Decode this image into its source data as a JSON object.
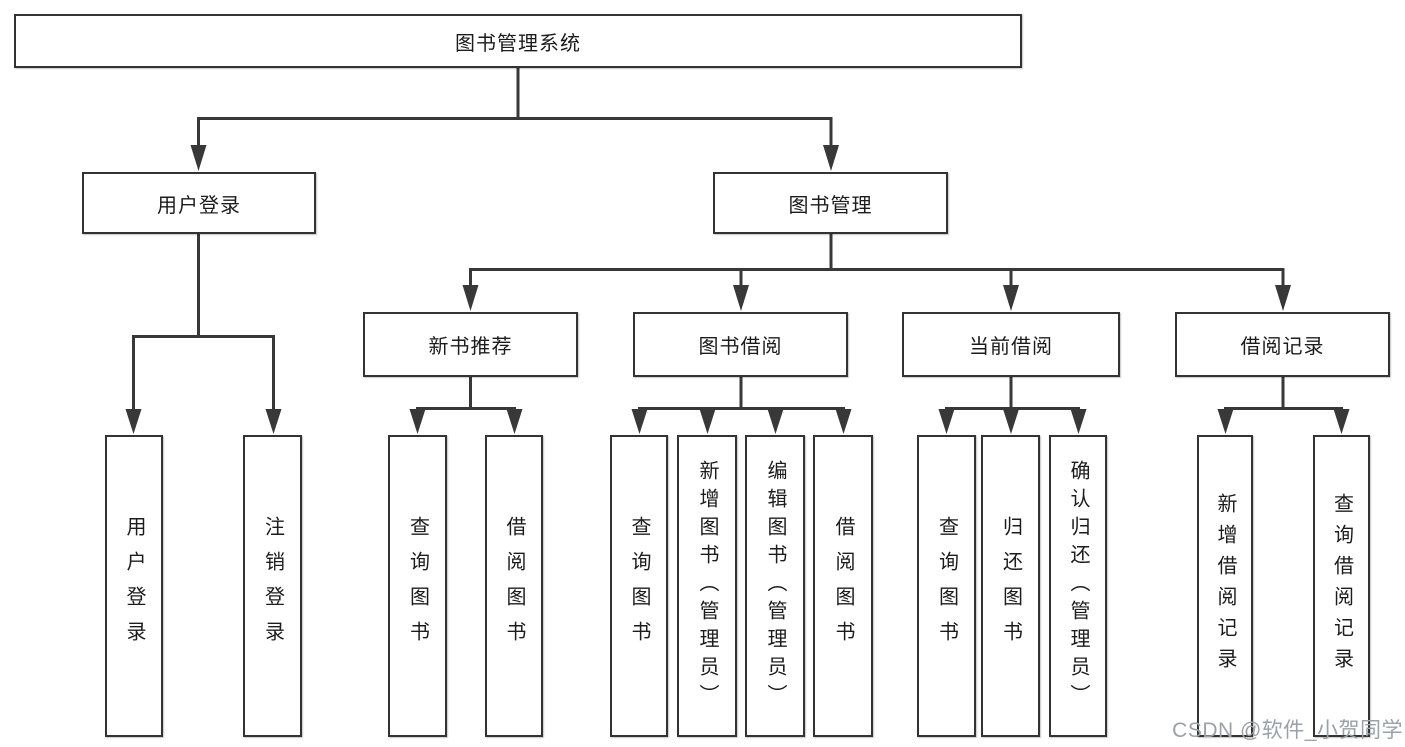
{
  "diagram": {
    "root": {
      "label": "图书管理系统"
    },
    "level2": {
      "user_login": {
        "label": "用户登录"
      },
      "book_mgmt": {
        "label": "图书管理"
      }
    },
    "level3": {
      "new_books": {
        "label": "新书推荐"
      },
      "book_borrow": {
        "label": "图书借阅"
      },
      "current_borrow": {
        "label": "当前借阅"
      },
      "borrow_records": {
        "label": "借阅记录"
      }
    },
    "leaves": {
      "user_login": [
        "用户登录",
        "注销登录"
      ],
      "new_books": [
        "查询图书",
        "借阅图书"
      ],
      "book_borrow": [
        "查询图书",
        "新增图书（管理员）",
        "编辑图书（管理员）",
        "借阅图书"
      ],
      "current_borrow": [
        "查询图书",
        "归还图书",
        "确认归还（管理员）"
      ],
      "borrow_records": [
        "新增借阅记录",
        "查询借阅记录"
      ]
    },
    "colors": {
      "line": "#383838",
      "border": "#333333",
      "text": "#1c1c1c",
      "watermark_text": "#9aa1a9",
      "background": "#ffffff"
    }
  },
  "watermark": {
    "text": "CSDN @软件_小贺同学"
  }
}
